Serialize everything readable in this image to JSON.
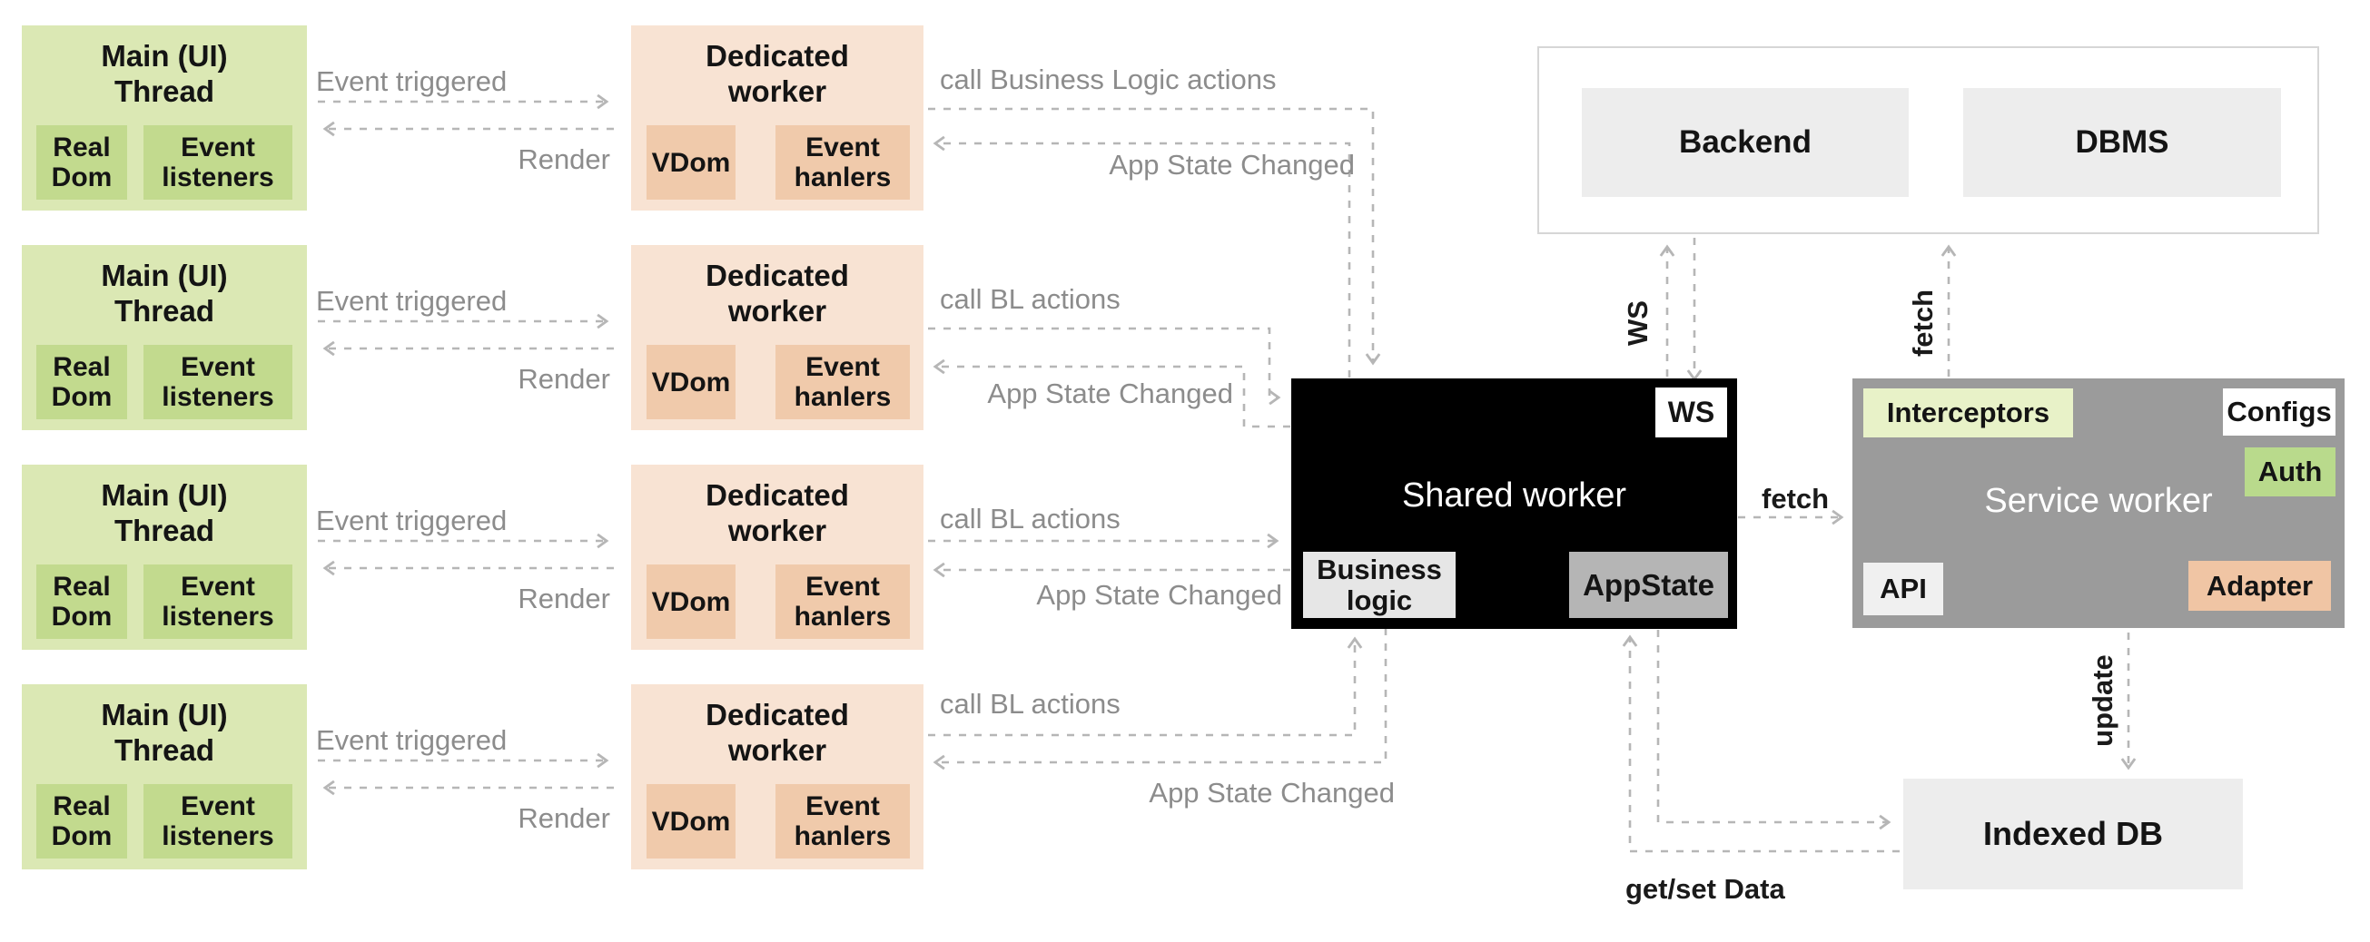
{
  "colors": {
    "thread_bg": "#dbe8b4",
    "thread_sub_bg": "#c2da8e",
    "worker_bg": "#f8e3d3",
    "worker_sub_bg": "#f0caab",
    "shared_worker_bg": "#000000",
    "service_worker_bg": "#9b9b9b",
    "appstate_bg": "#b5b5b5",
    "business_logic_bg": "#e6e6e6",
    "interceptors_bg": "#e8f2c8",
    "auth_bg": "#b9da8c",
    "adapter_bg": "#f0c5a4",
    "api_bg": "#f0f0f0",
    "configs_bg": "#ffffff",
    "ws_chip_bg": "#ffffff",
    "neutral_box_bg": "#ededed",
    "arrow": "#b6b6b6",
    "label_gray": "#8c8c8c",
    "text": "#161616"
  },
  "rows": [
    {
      "thread_title": "Main (UI)\nThread",
      "real_dom": "Real\nDom",
      "event_listeners": "Event\nlisteners",
      "worker_title": "Dedicated\nworker",
      "vdom": "VDom",
      "event_handlers": "Event\nhanlers",
      "event_triggered": "Event triggered",
      "render": "Render",
      "call_label": "call Business Logic actions",
      "state_label": "App State Changed"
    },
    {
      "thread_title": "Main (UI)\nThread",
      "real_dom": "Real\nDom",
      "event_listeners": "Event\nlisteners",
      "worker_title": "Dedicated\nworker",
      "vdom": "VDom",
      "event_handlers": "Event\nhanlers",
      "event_triggered": "Event triggered",
      "render": "Render",
      "call_label": "call BL actions",
      "state_label": "App State Changed"
    },
    {
      "thread_title": "Main (UI)\nThread",
      "real_dom": "Real\nDom",
      "event_listeners": "Event\nlisteners",
      "worker_title": "Dedicated\nworker",
      "vdom": "VDom",
      "event_handlers": "Event\nhanlers",
      "event_triggered": "Event triggered",
      "render": "Render",
      "call_label": "call BL actions",
      "state_label": "App State Changed"
    },
    {
      "thread_title": "Main (UI)\nThread",
      "real_dom": "Real\nDom",
      "event_listeners": "Event\nlisteners",
      "worker_title": "Dedicated\nworker",
      "vdom": "VDom",
      "event_handlers": "Event\nhanlers",
      "event_triggered": "Event triggered",
      "render": "Render",
      "call_label": "call BL actions",
      "state_label": "App State Changed"
    }
  ],
  "shared_worker": {
    "title": "Shared worker",
    "ws": "WS",
    "business_logic": "Business\nlogic",
    "app_state": "AppState"
  },
  "service_worker": {
    "title": "Service worker",
    "interceptors": "Interceptors",
    "configs": "Configs",
    "auth": "Auth",
    "api": "API",
    "adapter": "Adapter"
  },
  "backend": {
    "backend": "Backend",
    "dbms": "DBMS"
  },
  "indexed_db": {
    "title": "Indexed DB"
  },
  "edge_labels": {
    "ws_vertical": "WS",
    "fetch_vertical": "fetch",
    "fetch_horizontal": "fetch",
    "update": "update",
    "get_set": "get/set Data"
  }
}
